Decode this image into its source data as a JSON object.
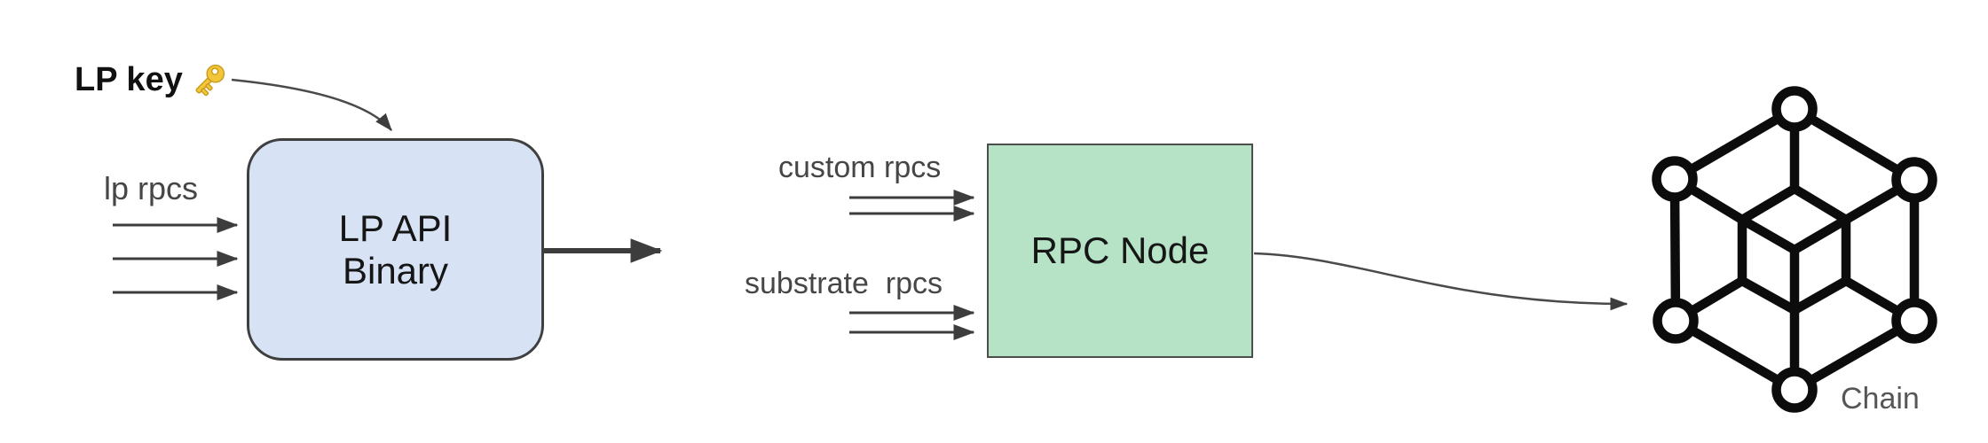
{
  "diagram": {
    "labels": {
      "lp_key": "LP key",
      "lp_rpcs": "lp rpcs",
      "custom_rpcs": "custom rpcs",
      "substrate_rpcs": "substrate  rpcs",
      "chain": "Chain"
    },
    "nodes": {
      "lp_api_binary": {
        "line1": "LP API",
        "line2": "Binary",
        "shape": "rounded-rectangle",
        "fill": "#d7e3f4",
        "border": "#3f3f3f"
      },
      "rpc_node": {
        "label": "RPC Node",
        "shape": "rectangle",
        "fill": "#b6e3c6",
        "border": "#4d4d4d"
      },
      "chain": {
        "label": "Chain",
        "icon": "blockchain-cube-icon",
        "color": "#0c0c0c"
      }
    },
    "edges": [
      {
        "from": "LP key",
        "to": "LP API Binary",
        "style": "curved-arrow",
        "count": 1
      },
      {
        "from": "lp rpcs",
        "to": "LP API Binary",
        "style": "straight-arrow",
        "count": 3
      },
      {
        "from": "LP API Binary",
        "to": "right",
        "style": "thick-arrow",
        "count": 1
      },
      {
        "from": "custom rpcs",
        "to": "RPC Node",
        "style": "straight-arrow",
        "count": 2
      },
      {
        "from": "substrate rpcs",
        "to": "RPC Node",
        "style": "straight-arrow",
        "count": 2
      },
      {
        "from": "RPC Node",
        "to": "Chain",
        "style": "curved-arrow",
        "count": 1
      }
    ],
    "colors": {
      "arrow": "#3d3d3d",
      "label_text": "#464646",
      "chain_text": "#565656",
      "key_gold": "#f2c53a",
      "key_outline": "#c79b17"
    }
  }
}
